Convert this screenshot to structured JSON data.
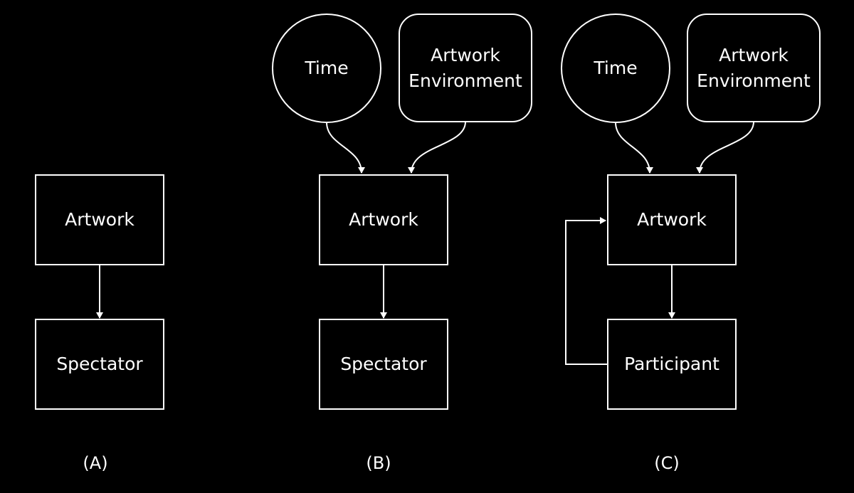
{
  "colors": {
    "background": "#000000",
    "foreground": "#ffffff"
  },
  "panel_a": {
    "artwork": "Artwork",
    "spectator": "Spectator",
    "caption": "(A)"
  },
  "panel_b": {
    "time": "Time",
    "environment": "Artwork\nEnvironment",
    "artwork": "Artwork",
    "spectator": "Spectator",
    "caption": "(B)"
  },
  "panel_c": {
    "time": "Time",
    "environment": "Artwork\nEnvironment",
    "artwork": "Artwork",
    "participant": "Participant",
    "caption": "(C)"
  }
}
